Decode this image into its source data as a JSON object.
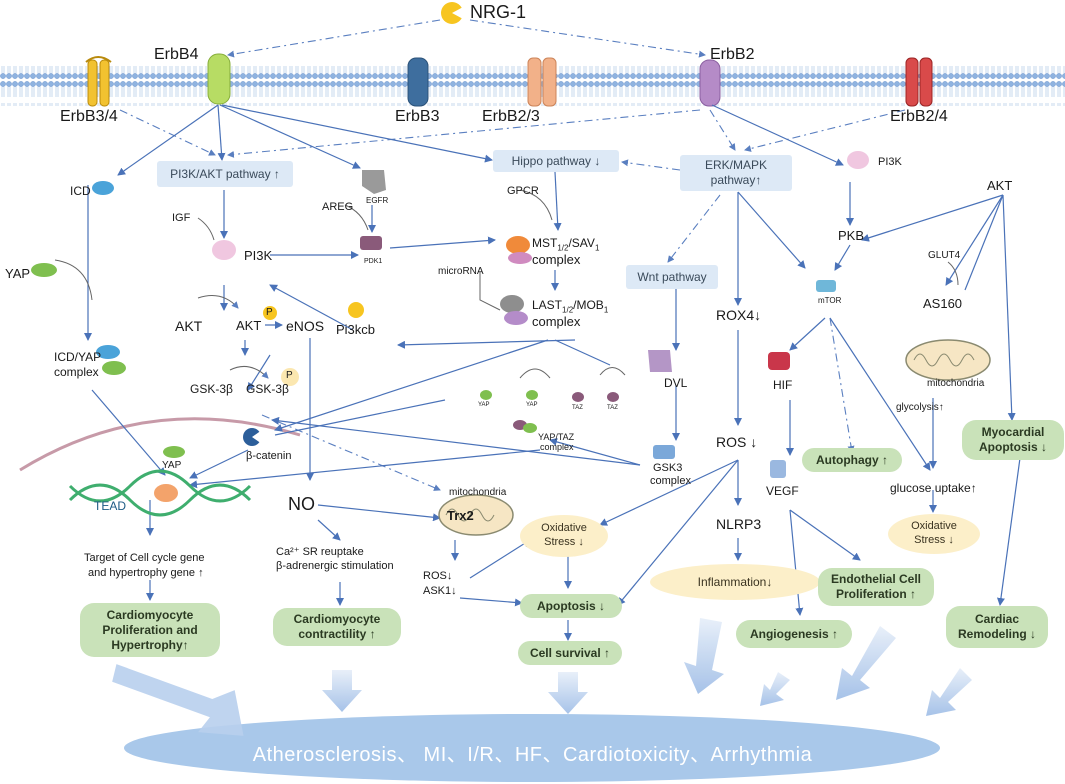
{
  "ligand": {
    "label": "NRG-1"
  },
  "receptors": [
    {
      "label": "ErbB3/4"
    },
    {
      "label": "ErbB4"
    },
    {
      "label": "ErbB3"
    },
    {
      "label": "ErbB2/3"
    },
    {
      "label": "ErbB2"
    },
    {
      "label": "ErbB2/4"
    }
  ],
  "pathways": {
    "pi3k_akt": "PI3K/AKT  pathway ↑",
    "hippo": "Hippo pathway ↓",
    "erk_mapk": "ERK/MAPK pathway↑",
    "wnt": "Wnt pathway"
  },
  "nodes": {
    "icd": "ICD",
    "yap_left": "YAP",
    "icd_yap_line1": "ICD/YAP",
    "icd_yap_line2": "complex",
    "igf": "IGF",
    "areg": "AREG",
    "egfr": "EGFR",
    "pdk1": "PDK1",
    "pi3k_mid": "PI3K",
    "akt_left": "AKT",
    "akt_p": "AKT",
    "p1": "P",
    "p2": "P",
    "enos": "eNOS",
    "pi3kcb": "Pi3kcb",
    "gsk_left": "GSK-3β",
    "gsk_right": "GSK-3β",
    "beta_catenin": "β-catenin",
    "yap_nucleus": "YAP",
    "tead": "TEAD",
    "gpcr": "GPCR",
    "mst_line1": "MST",
    "mst_sub": "1/2",
    "mst_mid": "/SAV",
    "mst_sub2": "1",
    "mst_line2": "complex",
    "microrna": "microRNA",
    "last_line1": "LAST",
    "last_sub": "1/2",
    "last_mid": "/MOB",
    "last_sub2": "1",
    "last_line2": "complex",
    "yap_a": "YAP",
    "yap_b": "YAP",
    "taz_a": "TAZ",
    "taz_b": "TAZ",
    "yap_taz_line1": "YAP/TAZ",
    "yap_taz_line2": "complex",
    "dvl": "DVL",
    "gsk3_line1": "GSK3",
    "gsk3_line2": "complex",
    "rox4": "ROX4↓",
    "ros": "ROS ↓",
    "nlrp3": "NLRP3",
    "no": "NO",
    "mitochondria_mid": "mitochondria",
    "trx2": "Trx2",
    "ros_small": "ROS↓",
    "ask1": "ASK1↓",
    "ca_line1": "Ca²⁺ SR reuptake",
    "ca_line2": "β-adrenergic stimulation",
    "target_line1": "Target of Cell cycle gene",
    "target_line2": "and hypertrophy gene ↑",
    "pi3k_right": "PI3K",
    "pkb": "PKB",
    "mtor": "mTOR",
    "hif": "HIF",
    "vegf": "VEGF",
    "akt_right": "AKT",
    "glut4": "GLUT4",
    "as160": "AS160",
    "mitochondria_right": "mitochondria",
    "glycolysis": "glycolysis↑",
    "glucose": "glucose uptake↑"
  },
  "outcomes": {
    "cardiomyocyte_prolif": "Cardiomyocyte Proliferation and Hypertrophy↑",
    "contractility": "Cardiomyocyte contractility ↑",
    "oxidative_mid": "Oxidative Stress ↓",
    "apoptosis": "Apoptosis ↓",
    "cell_survival": "Cell survival ↑",
    "inflammation": "Inflammation↓",
    "autophagy": "Autophagy ↑",
    "angiogenesis": "Angiogenesis ↑",
    "endothelial": "Endothelial Cell Proliferation ↑",
    "oxidative_right": "Oxidative Stress ↓",
    "myocardial_apoptosis": "Myocardial Apoptosis ↓",
    "cardiac_remodeling": "Cardiac Remodeling ↓"
  },
  "diseases": "Atherosclerosis、 MI、I/R、HF、Cardiotoxicity、Arrhythmia",
  "colors": {
    "arrow": "#4a72b8",
    "membrane": "#8fb3e0",
    "pathway_box": "#dde9f6",
    "outcome_green": "#c9e2b9",
    "outcome_yellow": "#fcefc9",
    "disease_ellipse": "#a9c8ea"
  }
}
